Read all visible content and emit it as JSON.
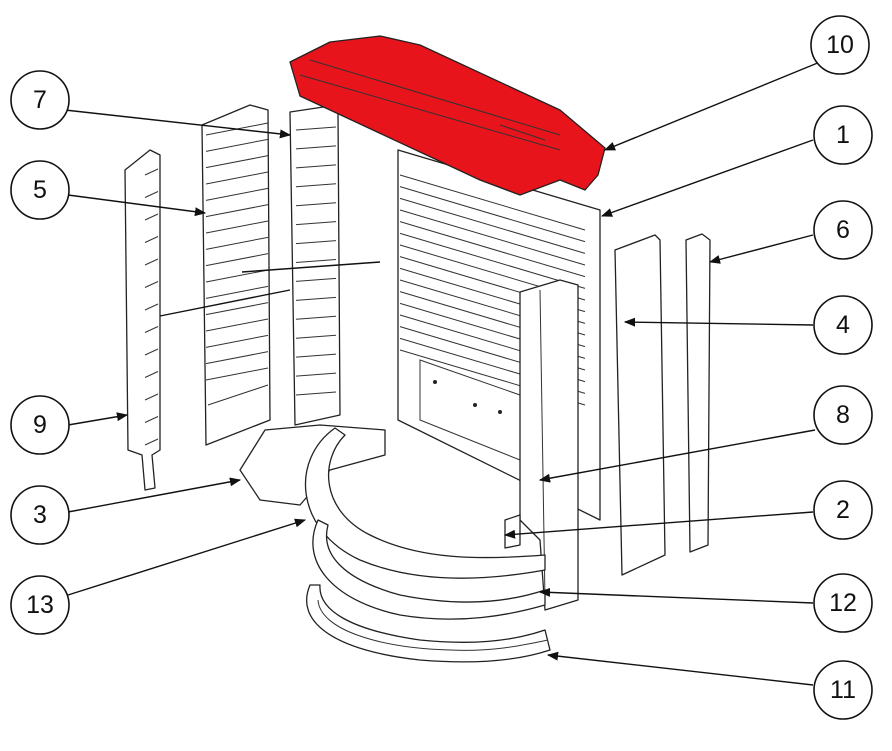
{
  "diagram": {
    "highlight_color": "#e8141b",
    "callouts": [
      {
        "label": "10",
        "part": "top-baffle"
      },
      {
        "label": "7",
        "part": "side-brick-left-inner"
      },
      {
        "label": "1",
        "part": "back-brick"
      },
      {
        "label": "5",
        "part": "side-brick-left"
      },
      {
        "label": "6",
        "part": "side-strip-right"
      },
      {
        "label": "4",
        "part": "side-brick-right"
      },
      {
        "label": "8",
        "part": "front-pillar-right"
      },
      {
        "label": "9",
        "part": "side-strip-left"
      },
      {
        "label": "2",
        "part": "bottom-holder"
      },
      {
        "label": "3",
        "part": "base-brick"
      },
      {
        "label": "13",
        "part": "arc-brick-upper"
      },
      {
        "label": "12",
        "part": "arc-brick-middle"
      },
      {
        "label": "11",
        "part": "arc-brick-lower"
      }
    ]
  }
}
